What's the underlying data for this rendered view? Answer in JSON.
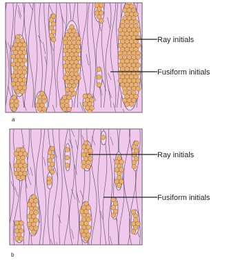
{
  "panels": [
    {
      "letter": "a",
      "labels": [
        "Ray initials",
        "Fusiform initials"
      ]
    },
    {
      "letter": "b",
      "labels": [
        "Ray initials",
        "Fusiform initials"
      ]
    }
  ],
  "colors": {
    "fusiform_fill": "#efc8ec",
    "cell_outline": "#6c5b6d",
    "ray_cell_fill": "#e9b074",
    "ray_cell_outline": "#8a5a2b",
    "leader_line": "#222222"
  }
}
